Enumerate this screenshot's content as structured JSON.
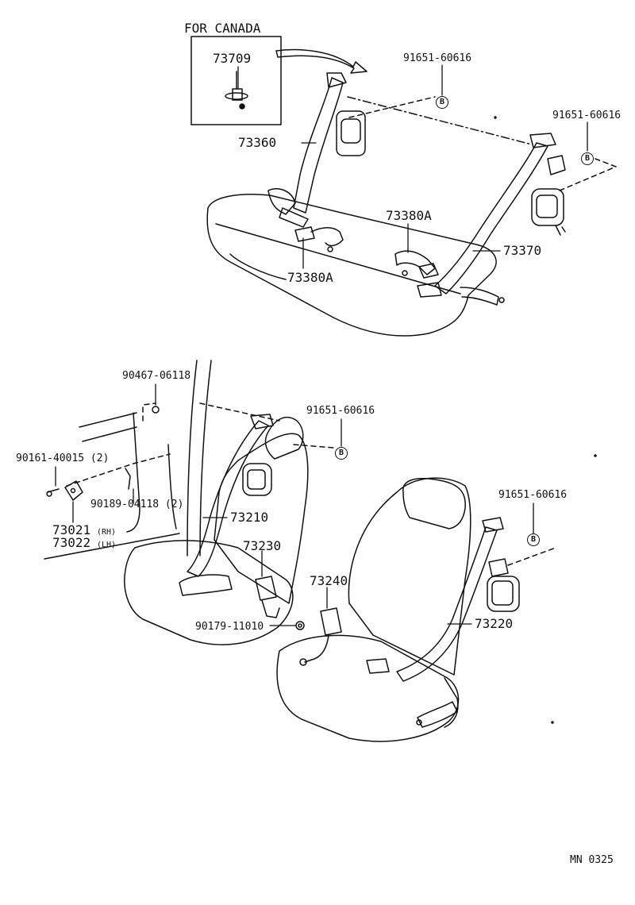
{
  "header": {
    "market_note": "FOR CANADA"
  },
  "canada_inset": {
    "part": "73709"
  },
  "ref_marker": "B",
  "rear_seat": {
    "retractor_bolt_left": "91651-60616",
    "retractor_bolt_right": "91651-60616",
    "belt_left": "73360",
    "belt_right": "73370",
    "buckle_center": "73380A",
    "buckle_left": "73380A"
  },
  "front_seat": {
    "bolt_cap": "90467-06118",
    "retractor_bolt_left": "91651-60616",
    "retractor_bolt_right": "91651-60616",
    "anchor_bolt": "90161-40015 (2)",
    "anchor_screw": "90189-04118 (2)",
    "anchor_rh": "73021",
    "anchor_rh_side": "(RH)",
    "anchor_lh": "73022",
    "anchor_lh_side": "(LH)",
    "belt_left": "73210",
    "buckle_left": "73230",
    "buckle_nut": "90179-11010",
    "buckle_right": "73240",
    "belt_right": "73220"
  },
  "footer": {
    "code": "MN 0325"
  },
  "colors": {
    "ink": "#111111",
    "paper": "#ffffff"
  }
}
